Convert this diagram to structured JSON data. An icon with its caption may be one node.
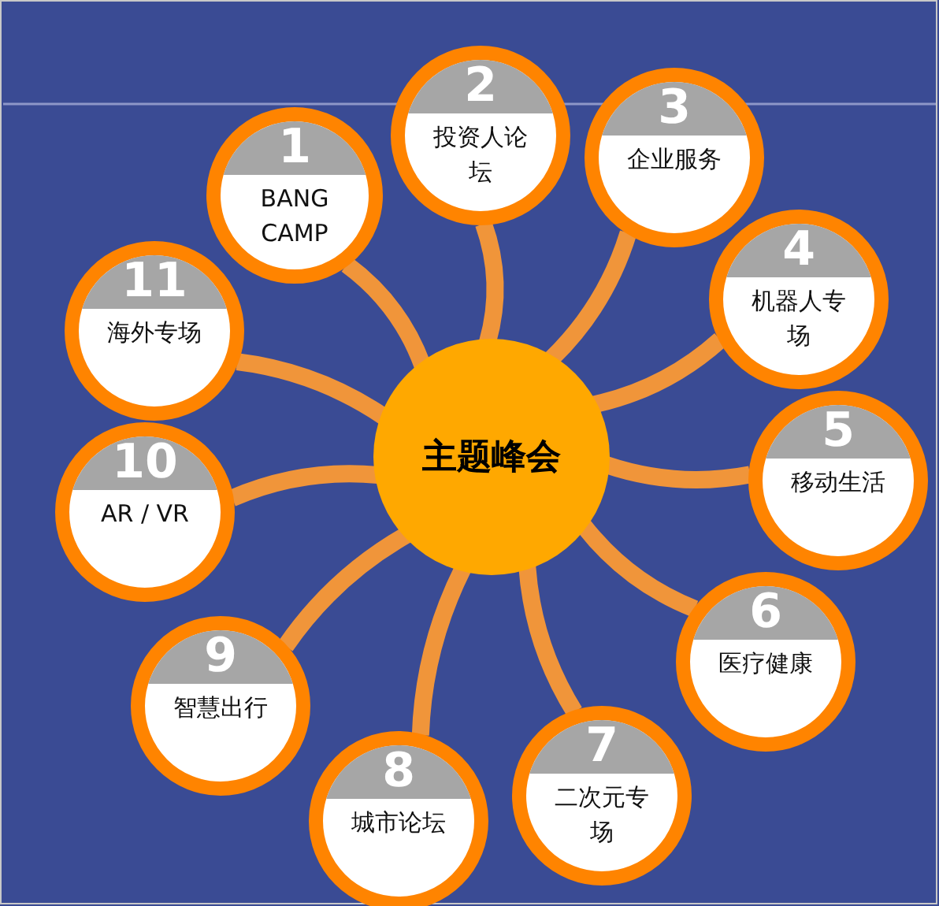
{
  "diagram": {
    "nodes": [
      {
        "text": [
          "主题峰会"
        ]
      },
      {
        "text": [
          "1",
          "BANG CAMP"
        ]
      },
      {
        "text": [
          "2",
          "投资人论坛"
        ]
      },
      {
        "text": [
          "3",
          "企业服务"
        ]
      },
      {
        "text": [
          "4",
          "机器人专场"
        ]
      },
      {
        "text": [
          "5",
          "移动生活"
        ]
      },
      {
        "text": [
          "6",
          "医疗健康"
        ]
      },
      {
        "text": [
          "7",
          "二次元专场"
        ]
      },
      {
        "text": [
          "8",
          "城市论坛"
        ]
      },
      {
        "text": [
          "9",
          "智慧出行"
        ]
      },
      {
        "text": [
          "10",
          "AR / VR"
        ]
      },
      {
        "text": [
          "11",
          "海外专场"
        ]
      }
    ],
    "edges": [
      {
        "from": 0,
        "to": 1,
        "arrow": "none"
      },
      {
        "from": 0,
        "to": 2,
        "arrow": "none"
      },
      {
        "from": 0,
        "to": 3,
        "arrow": "none"
      },
      {
        "from": 0,
        "to": 4,
        "arrow": "none"
      },
      {
        "from": 0,
        "to": 5,
        "arrow": "none"
      },
      {
        "from": 0,
        "to": 6,
        "arrow": "none"
      },
      {
        "from": 0,
        "to": 7,
        "arrow": "none"
      },
      {
        "from": 0,
        "to": 8,
        "arrow": "none"
      },
      {
        "from": 0,
        "to": 9,
        "arrow": "none"
      },
      {
        "from": 0,
        "to": 10,
        "arrow": "none"
      },
      {
        "from": 0,
        "to": 11,
        "arrow": "none"
      }
    ]
  }
}
